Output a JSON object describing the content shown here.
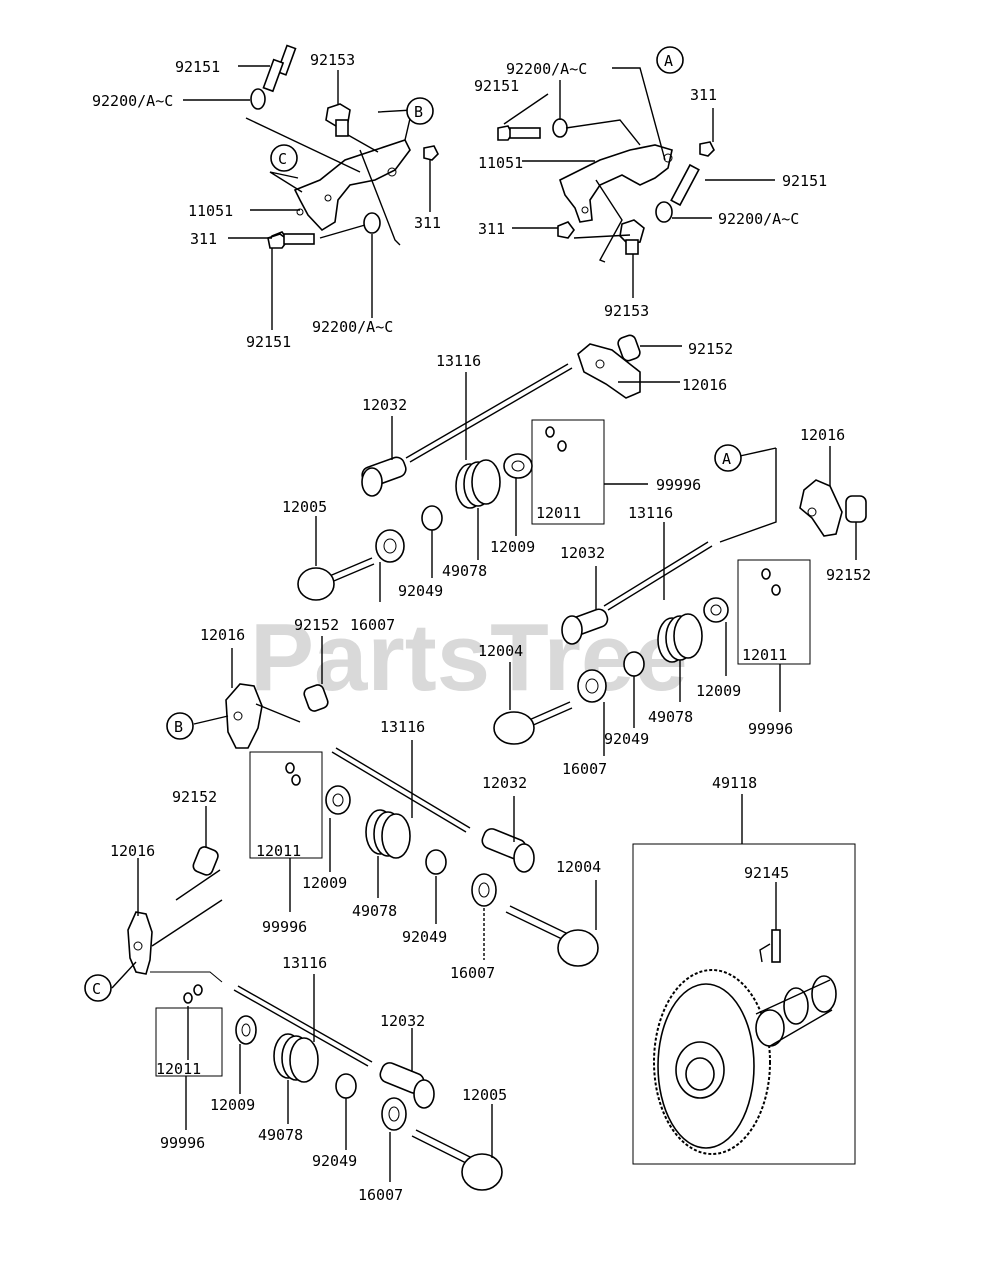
{
  "watermark": "PartsTree",
  "callouts": {
    "a1": "A",
    "a2": "A",
    "b1": "B",
    "b2": "B",
    "c1": "C",
    "c2": "C"
  },
  "labels": {
    "l01": "92151",
    "l02": "92153",
    "l03": "92200/A~C",
    "l04": "11051",
    "l05": "311",
    "l06": "311",
    "l07": "92151",
    "l08": "92200/A~C",
    "l09": "92200/A~C",
    "l10": "92151",
    "l11": "311",
    "l12": "11051",
    "l13": "92151",
    "l14": "311",
    "l15": "92200/A~C",
    "l16": "92153",
    "l17": "13116",
    "l18": "92152",
    "l19": "12016",
    "l20": "12032",
    "l21": "12011",
    "l22": "99996",
    "l23": "12005",
    "l24": "12009",
    "l25": "49078",
    "l26": "92049",
    "l27": "92152",
    "l28": "16007",
    "l29": "12016",
    "l30": "13116",
    "l31": "12032",
    "l32": "92152",
    "l33": "12011",
    "l34": "12004",
    "l35": "12009",
    "l36": "49078",
    "l37": "99996",
    "l38": "92049",
    "l39": "16007",
    "l40": "12016",
    "l41": "13116",
    "l42": "12032",
    "l43": "92152",
    "l44": "12011",
    "l45": "12009",
    "l46": "99996",
    "l47": "12016",
    "l48": "49078",
    "l49": "92049",
    "l50": "12004",
    "l51": "16007",
    "l52": "13116",
    "l53": "12032",
    "l54": "12011",
    "l55": "12009",
    "l56": "49078",
    "l57": "99996",
    "l58": "92049",
    "l59": "12005",
    "l60": "16007",
    "l61": "49118",
    "l62": "92145"
  }
}
